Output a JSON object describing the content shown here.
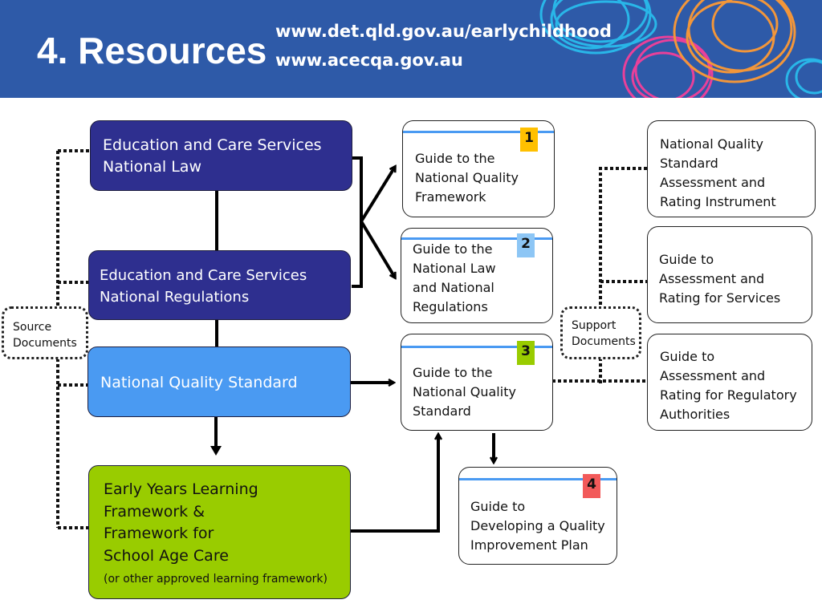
{
  "header": {
    "title": "4. Resources",
    "url_1": "www.det.qld.gov.au/earlychildhood",
    "url_2": "www.acecqa.gov.au"
  },
  "source_docs": {
    "national_law": [
      "Education and Care Services",
      "National Law"
    ],
    "national_regulations": [
      "Education and Care Services",
      "National Regulations"
    ],
    "national_quality_standard": "National Quality Standard",
    "eylf": [
      "Early Years Learning",
      "Framework &",
      "Framework for",
      "School Age Care"
    ],
    "eylf_note": "(or other approved learning framework)"
  },
  "side_labels": {
    "source": [
      "Source",
      "Documents"
    ],
    "support": [
      "Support",
      "Documents"
    ]
  },
  "guides": [
    {
      "number": "1",
      "lines": [
        "Guide to the",
        "National Quality",
        "Framework"
      ],
      "badge_color": "#FFC000"
    },
    {
      "number": "2",
      "lines": [
        "Guide to the",
        "National Law",
        "and National",
        "Regulations"
      ],
      "badge_color": "#8DC6F5"
    },
    {
      "number": "3",
      "lines": [
        "Guide to the",
        "National Quality",
        "Standard"
      ],
      "badge_color": "#99CC00"
    },
    {
      "number": "4",
      "lines": [
        "Guide to",
        "Developing a Quality",
        "Improvement Plan"
      ],
      "badge_color": "#F25A5A"
    }
  ],
  "support_docs": [
    [
      "National Quality",
      "Standard",
      "Assessment and",
      "Rating Instrument"
    ],
    [
      "Guide to",
      "Assessment and",
      "Rating for Services"
    ],
    [
      "Guide to",
      "Assessment and",
      "Rating for Regulatory",
      "Authorities"
    ]
  ],
  "colors": {
    "header_bg": "#2E5AA8",
    "navy_box": "#2E2F8F",
    "blue_box": "#4A9AF2",
    "green_box": "#99CC00",
    "guide_bar": "#4A9AF2"
  }
}
